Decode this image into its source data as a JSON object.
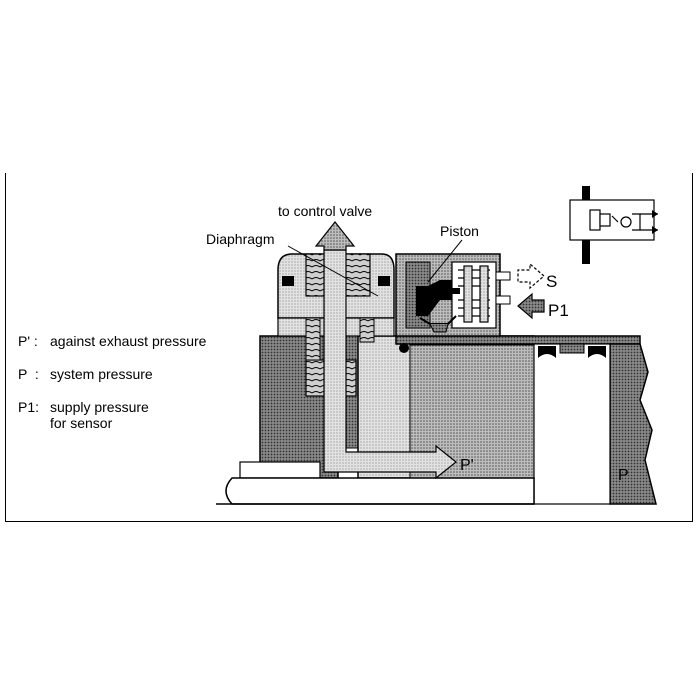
{
  "labels": {
    "to_control_valve": "to control valve",
    "diaphragm": "Diaphragm",
    "piston": "Piston",
    "port_s": "S",
    "port_p1": "P1",
    "chamber_p_prime": "P'",
    "chamber_p": "P"
  },
  "legend": [
    {
      "key": "P' :",
      "text": "against exhaust pressure"
    },
    {
      "key": "P  :",
      "text": "system pressure"
    },
    {
      "key": "P1:",
      "text": "supply pressure"
    },
    {
      "key": "",
      "text": "for sensor"
    }
  ],
  "colors": {
    "line": "#000000",
    "dark_fill": "#7a7a7a",
    "mid_fill": "#a8a8a8",
    "light_fill": "#d4d4d4",
    "paper": "#ffffff"
  },
  "icons": [
    "up-arrow-icon",
    "left-arrow-icon",
    "valve-symbol-icon"
  ]
}
